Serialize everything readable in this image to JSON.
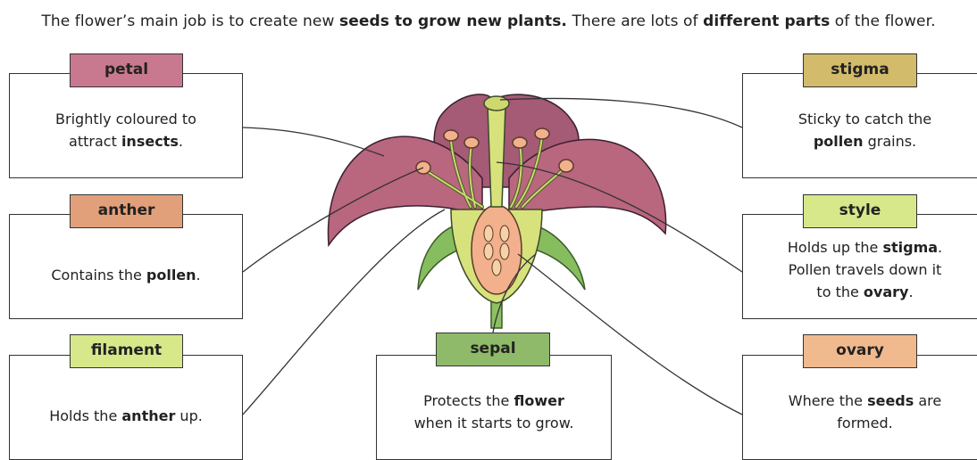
{
  "intro": {
    "part1": "The flower’s main job is to create new ",
    "bold1": "seeds to grow new plants.",
    "part2": " There are lots of ",
    "bold2": "different parts",
    "part3": " of the flower."
  },
  "parts": {
    "petal": {
      "label": "petal",
      "color": "#c9798f",
      "l1a": "Brightly coloured to",
      "l2a": "attract ",
      "l2b": "insects",
      "l2c": "."
    },
    "anther": {
      "label": "anther",
      "color": "#e2a07a",
      "l1a": "Contains the ",
      "l1b": "pollen",
      "l1c": "."
    },
    "filament": {
      "label": "filament",
      "color": "#d6e88a",
      "l1a": "Holds the ",
      "l1b": "anther",
      "l1c": " up."
    },
    "sepal": {
      "label": "sepal",
      "color": "#8fba6a",
      "l1a": "Protects the ",
      "l1b": "flower",
      "l2a": "when it starts to grow."
    },
    "stigma": {
      "label": "stigma",
      "color": "#d2bb6a",
      "l1a": "Sticky to catch the",
      "l2a": "pollen",
      "l2b": " grains."
    },
    "style": {
      "label": "style",
      "color": "#d6e88a",
      "l1a": "Holds up the ",
      "l1b": "stigma",
      "l1c": ".",
      "l2a": "Pollen travels down it",
      "l3a": "to the ",
      "l3b": "ovary",
      "l3c": "."
    },
    "ovary": {
      "label": "ovary",
      "color": "#f1b98e",
      "l1a": "Where the ",
      "l1b": "seeds",
      "l1c": " are",
      "l2a": "formed."
    }
  }
}
